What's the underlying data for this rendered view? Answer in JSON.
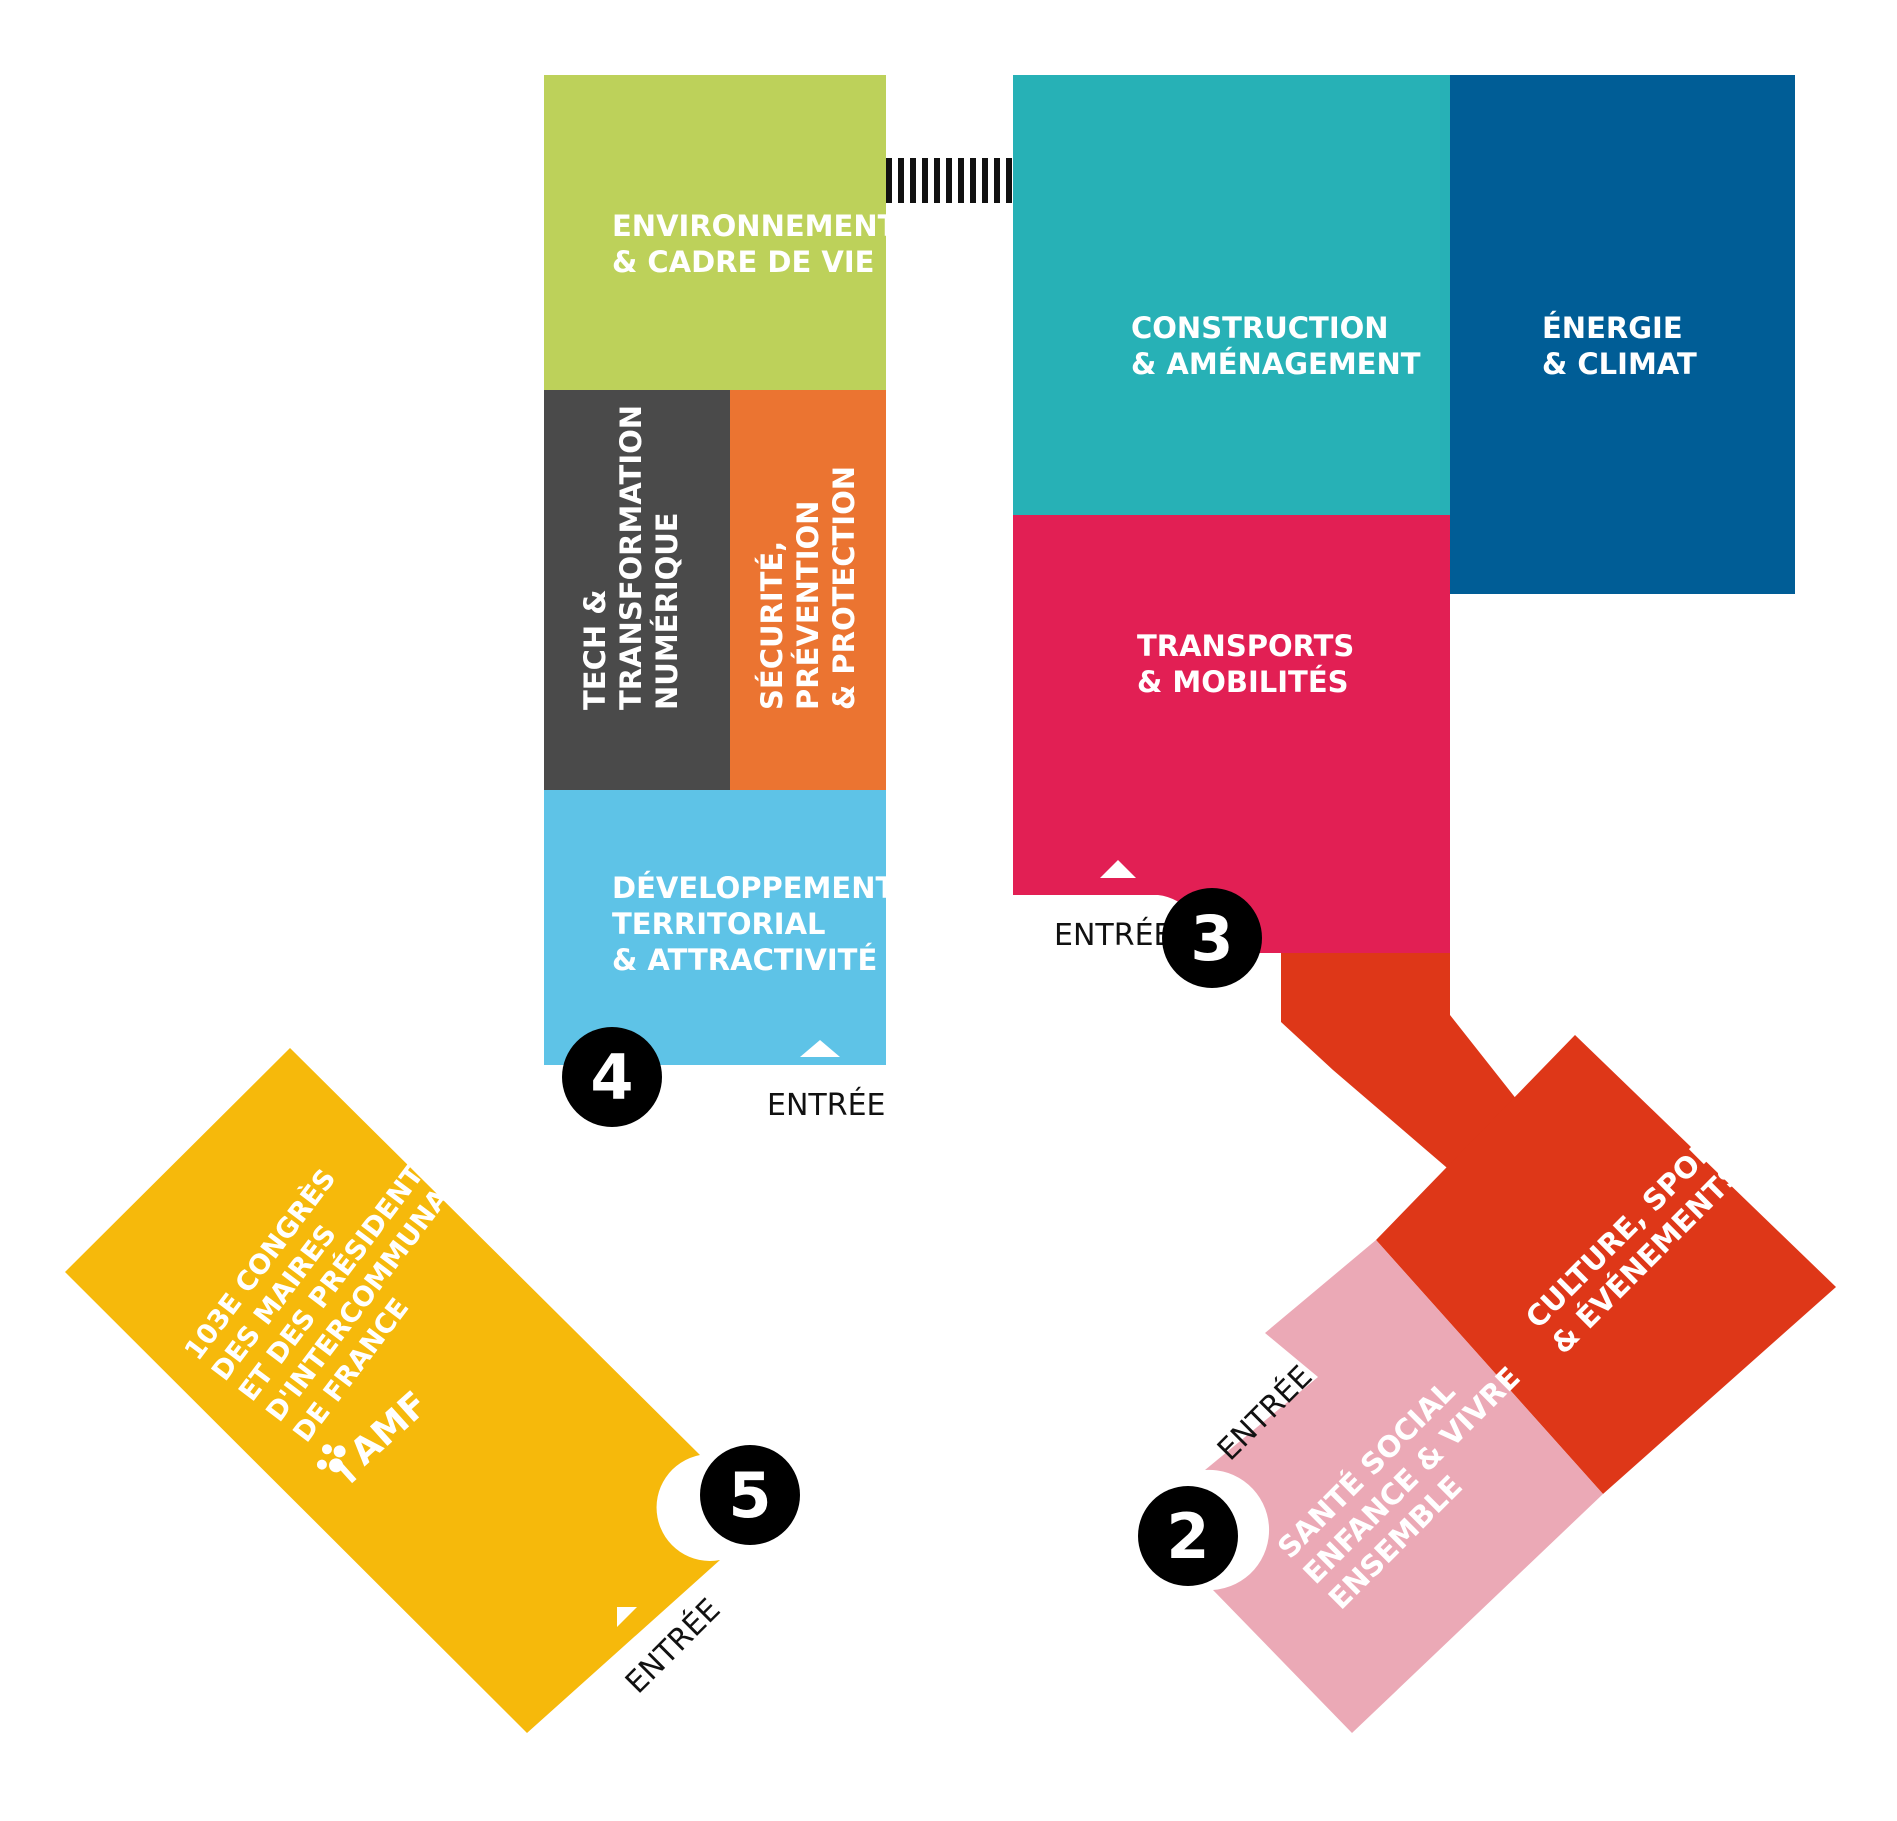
{
  "zones": {
    "environnement": {
      "line1": "ENVIRONNEMENT",
      "line2": "& CADRE DE VIE",
      "color": "#BDD15A"
    },
    "tech": {
      "line1": "TECH &",
      "line2": "TRANSFORMATION",
      "line3": "NUMÉRIQUE",
      "color": "#4A4A4A"
    },
    "securite": {
      "line1": "SÉCURITÉ,",
      "line2": "PRÉVENTION",
      "line3": "& PROTECTION",
      "color": "#EB7431"
    },
    "developpement": {
      "line1": "DÉVELOPPEMENT",
      "line2": "TERRITORIAL",
      "line3": "& ATTRACTIVITÉ",
      "color": "#5EC3E7"
    },
    "construction": {
      "line1": "CONSTRUCTION",
      "line2": "& AMÉNAGEMENT",
      "color": "#27B1B6"
    },
    "energie": {
      "line1": "ÉNERGIE",
      "line2": "& CLIMAT",
      "color": "#005D96"
    },
    "transports": {
      "line1": "TRANSPORTS",
      "line2": "& MOBILITÉS",
      "color": "#E21F54"
    },
    "culture": {
      "line1": "CULTURE, SPORT",
      "line2": "& ÉVÉNEMENTS",
      "color": "#DE3718"
    },
    "sante": {
      "line1": "SANTÉ SOCIAL",
      "line2": "ENFANCE & VIVRE",
      "line3": "ENSEMBLE",
      "color": "#EBA9B6"
    },
    "congres": {
      "line1": "103E CONGRÈS",
      "line2": "DES MAIRES",
      "line3": "ET DES PRÉSIDENTS",
      "line4": "D'INTERCOMMUNALITÉ",
      "line5": "DE FRANCE",
      "logo": "AMF",
      "color": "#F6B90B"
    }
  },
  "entrances": {
    "hall2": "ENTRÉE",
    "hall3": "ENTRÉE",
    "hall4": "ENTRÉE",
    "hall5": "ENTRÉE"
  },
  "halls": {
    "hall2": "2",
    "hall3": "3",
    "hall4": "4",
    "hall5": "5"
  }
}
